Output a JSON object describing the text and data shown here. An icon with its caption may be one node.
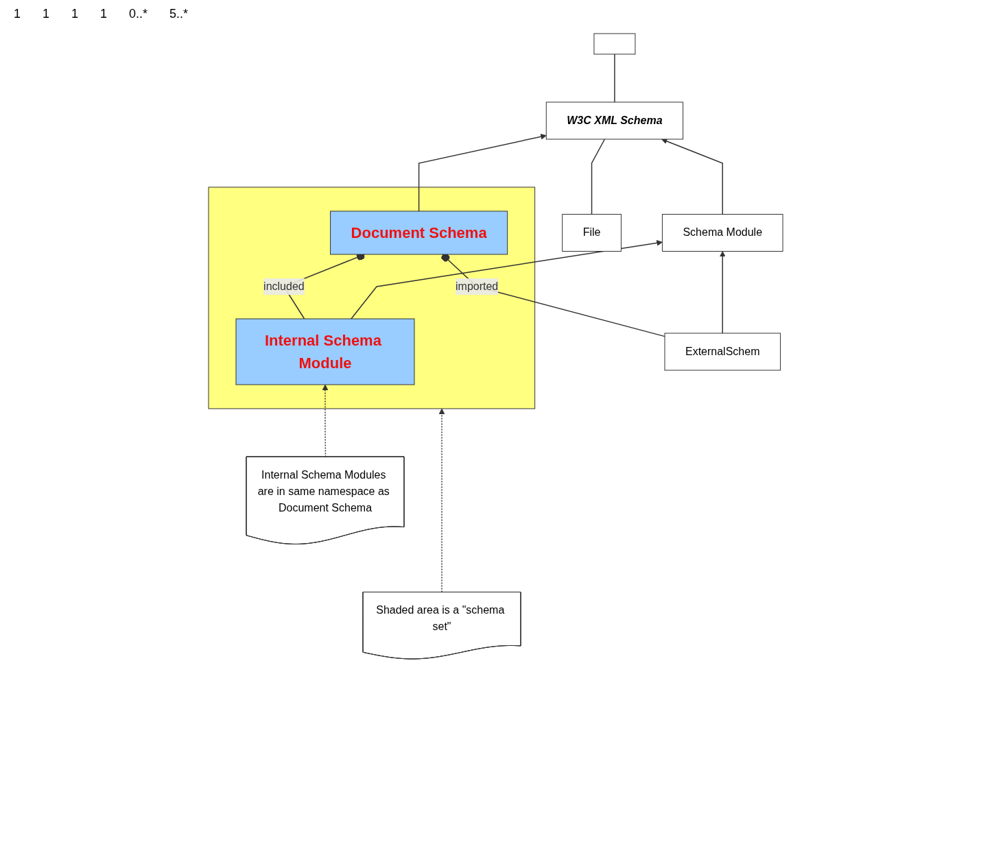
{
  "diagram": {
    "nodes": [
      {
        "text": [
          "File"
        ]
      },
      {
        "text": [
          "W3C XML Schema"
        ]
      },
      {
        "text": [],
        "shape": "box"
      },
      {
        "text": [],
        "shape": "box"
      },
      {
        "text": [
          "Document Schema"
        ],
        "in": 3
      },
      {
        "text": [
          "Schema Module"
        ]
      },
      {
        "text": [
          "Internal Schema Module"
        ],
        "in": 3
      },
      {
        "text": [
          "ExternalSchem"
        ]
      },
      {
        "text": [
          "Internal Schema Modules are in same namespace as Document Schema"
        ]
      },
      {
        "text": [
          "Shaded area is a \"schema set\""
        ]
      }
    ],
    "edges": [
      {
        "from": 0,
        "to": 1,
        "arrow": "none"
      },
      {
        "from": 1,
        "to": 2,
        "arrow": "none"
      },
      {
        "from": 4,
        "to": 1,
        "arrow": "to"
      },
      {
        "from": 5,
        "to": 1,
        "arrow": "to"
      },
      {
        "from": 6,
        "to": 5,
        "arrow": "to"
      },
      {
        "from": 7,
        "to": 5,
        "arrow": "to"
      },
      {
        "from": 6,
        "to": 4,
        "arrow": "other",
        "label": "included"
      },
      {
        "from": 7,
        "to": 4,
        "arrow": "other",
        "label": "imported"
      },
      {
        "from": 8,
        "to": 6,
        "arrow": "to",
        "style": "dashed"
      },
      {
        "from": 9,
        "to": 3,
        "arrow": "to",
        "style": "dashed"
      }
    ],
    "labels": [
      "1",
      "1",
      "1",
      "1",
      "0..*",
      "5..*"
    ]
  }
}
